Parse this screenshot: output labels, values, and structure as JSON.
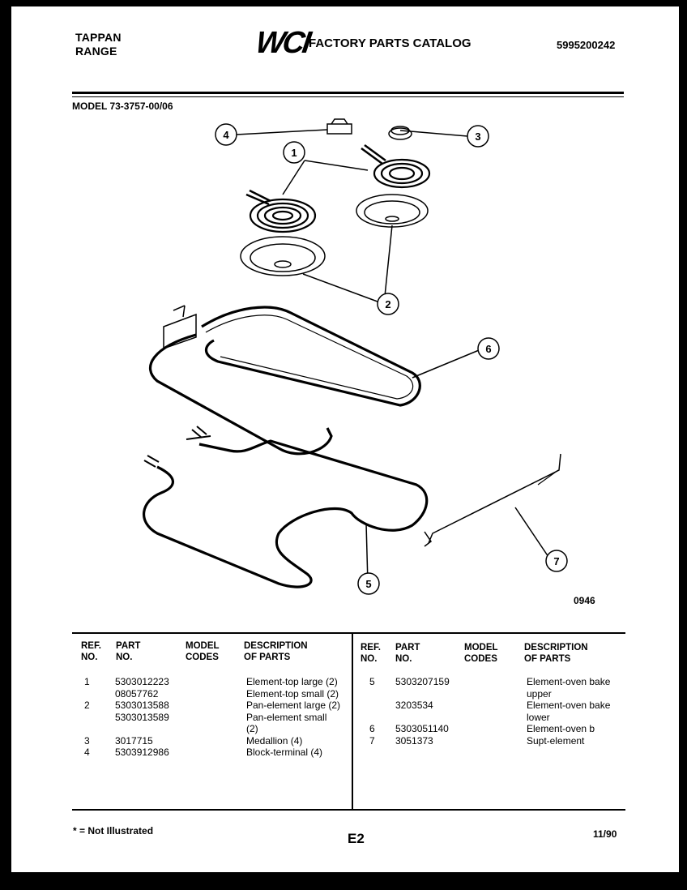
{
  "header": {
    "brand_line1": "TAPPAN",
    "brand_line2": "RANGE",
    "logo_text": "WCI",
    "catalog_title": "FACTORY PARTS CATALOG",
    "catalog_number": "5995200242"
  },
  "model_line": "MODEL 73-3757-00/06",
  "diagram": {
    "callouts": [
      "1",
      "2",
      "3",
      "4",
      "5",
      "6",
      "7"
    ],
    "diagram_code": "0946"
  },
  "table": {
    "headers": {
      "ref_no": [
        "REF.",
        "NO."
      ],
      "part_no": [
        "PART",
        "NO."
      ],
      "model_codes": [
        "MODEL",
        "CODES"
      ],
      "description": [
        "DESCRIPTION",
        "OF PARTS"
      ]
    },
    "left_rows": [
      {
        "ref": "1",
        "part": "5303012223",
        "desc": "Element-top large (2)"
      },
      {
        "ref": "",
        "part": "08057762",
        "desc": "Element-top small (2)"
      },
      {
        "ref": "2",
        "part": "5303013588",
        "desc": "Pan-element large (2)"
      },
      {
        "ref": "",
        "part": "5303013589",
        "desc": "Pan-element small"
      },
      {
        "ref": "",
        "part": "",
        "desc": "(2)"
      },
      {
        "ref": "3",
        "part": "3017715",
        "desc": "Medallion (4)"
      },
      {
        "ref": "4",
        "part": "5303912986",
        "desc": "Block-terminal (4)"
      }
    ],
    "right_rows": [
      {
        "ref": "5",
        "part": "5303207159",
        "desc": "Element-oven bake"
      },
      {
        "ref": "",
        "part": "",
        "desc": "upper"
      },
      {
        "ref": "",
        "part": "3203534",
        "desc": "Element-oven bake"
      },
      {
        "ref": "",
        "part": "",
        "desc": "lower"
      },
      {
        "ref": "6",
        "part": "5303051140",
        "desc": "Element-oven b"
      },
      {
        "ref": "7",
        "part": "3051373",
        "desc": "Supt-element"
      }
    ]
  },
  "footer": {
    "note": "* = Not Illustrated",
    "page_code": "E2",
    "date": "11/90"
  }
}
